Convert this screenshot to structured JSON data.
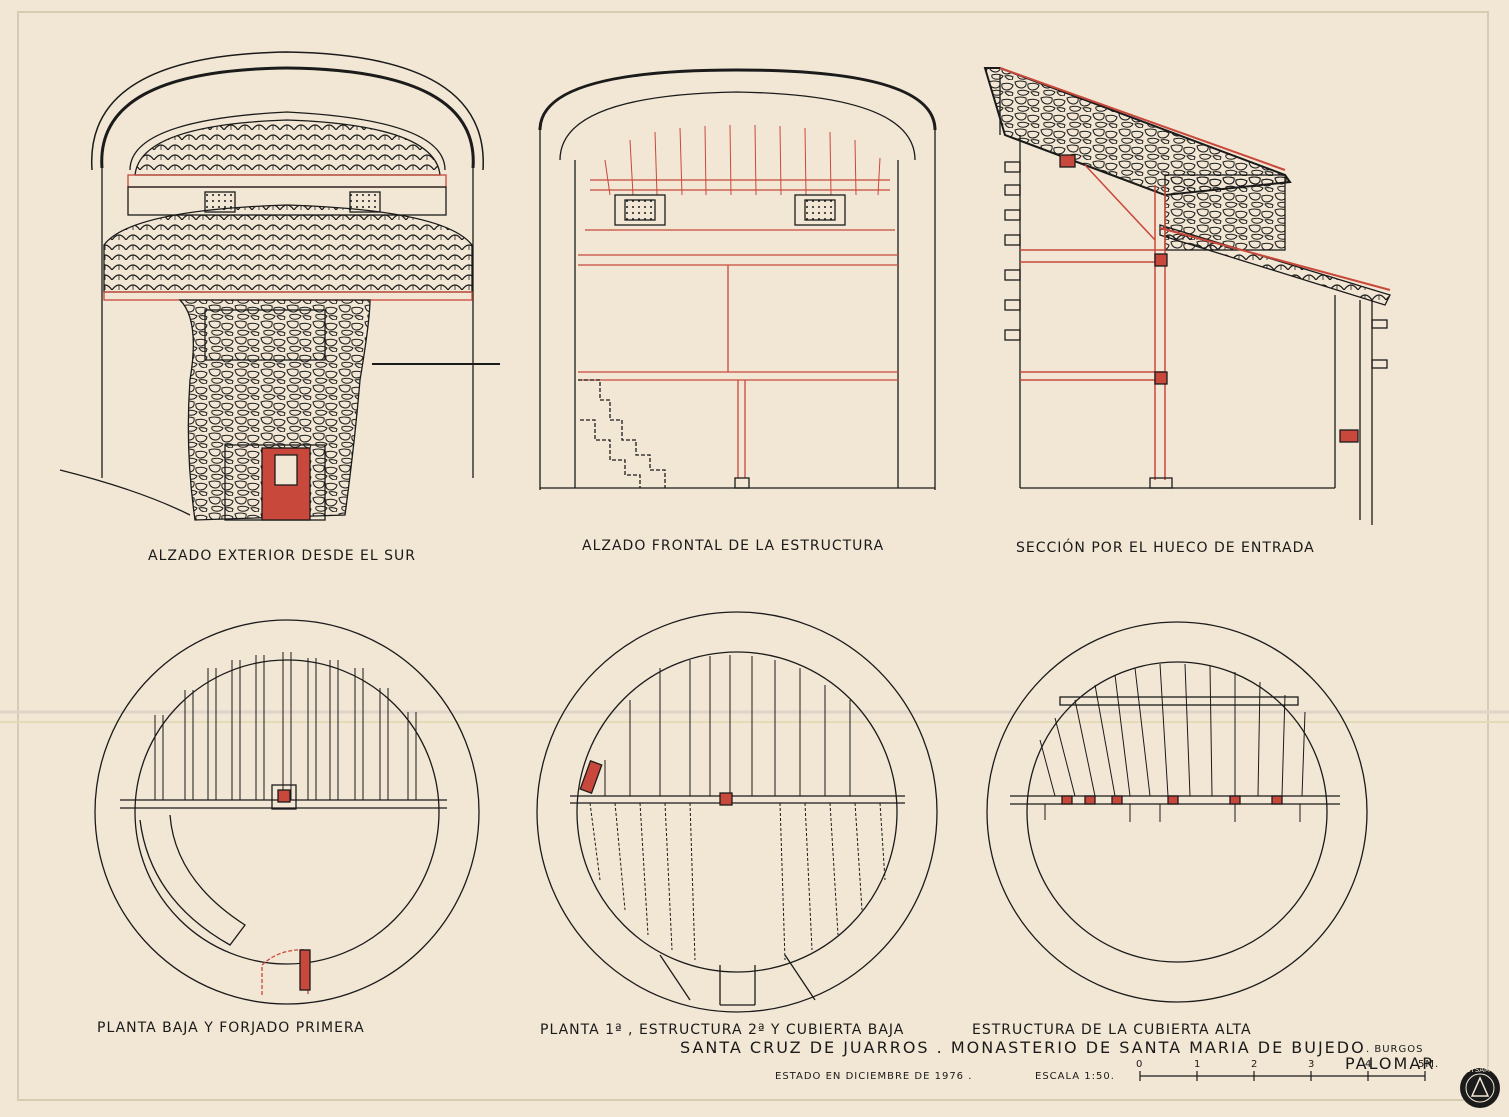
{
  "captions": {
    "elevation_south": "ALZADO EXTERIOR DESDE EL SUR",
    "elevation_front": "ALZADO FRONTAL DE LA ESTRUCTURA",
    "section_entrance": "SECCIÓN POR EL HUECO DE ENTRADA",
    "plan_ground": "PLANTA BAJA Y FORJADO PRIMERA",
    "plan_first": "PLANTA 1ª , ESTRUCTURA 2ª Y CUBIERTA BAJA",
    "plan_roof": "ESTRUCTURA DE LA CUBIERTA ALTA"
  },
  "title_block": {
    "main": "SANTA CRUZ DE JUARROS . MONASTERIO DE SANTA MARIA DE BUJEDO",
    "province": ". BURGOS",
    "building": "PALOMAR",
    "state": "ESTADO EN DICIEMBRE DE 1976 .",
    "scale": "ESCALA 1:50.",
    "scale_ticks": [
      "0",
      "1",
      "2",
      "3",
      "4",
      "5M."
    ]
  },
  "stamp": {
    "text": "ETSAM"
  },
  "colors": {
    "ink": "#1b1b1b",
    "red": "#c8483c",
    "paper": "#f2e7d4"
  }
}
